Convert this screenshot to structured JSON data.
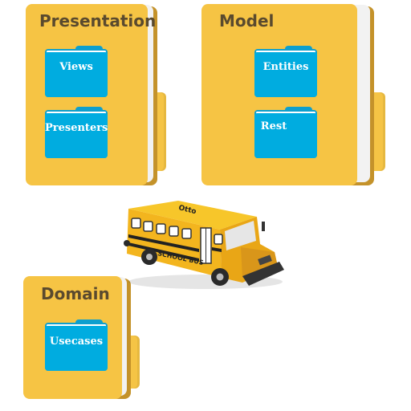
{
  "colors": {
    "folder_yellow": "#f6c444",
    "folder_edge": "#c4922a",
    "subfolder_blue": "#00ace0",
    "title_brown": "#5a4a2e",
    "bus_yellow": "#f4b81c"
  },
  "folders": {
    "presentation": {
      "title": "Presentation",
      "items": [
        "Views",
        "Presenters"
      ]
    },
    "model": {
      "title": "Model",
      "items": [
        "Entities",
        "Rest"
      ]
    },
    "domain": {
      "title": "Domain",
      "items": [
        "Usecases"
      ]
    }
  },
  "bus": {
    "icon": "school-bus-icon",
    "roof_text": "Otto",
    "side_text": "SCHOOL BUS"
  }
}
